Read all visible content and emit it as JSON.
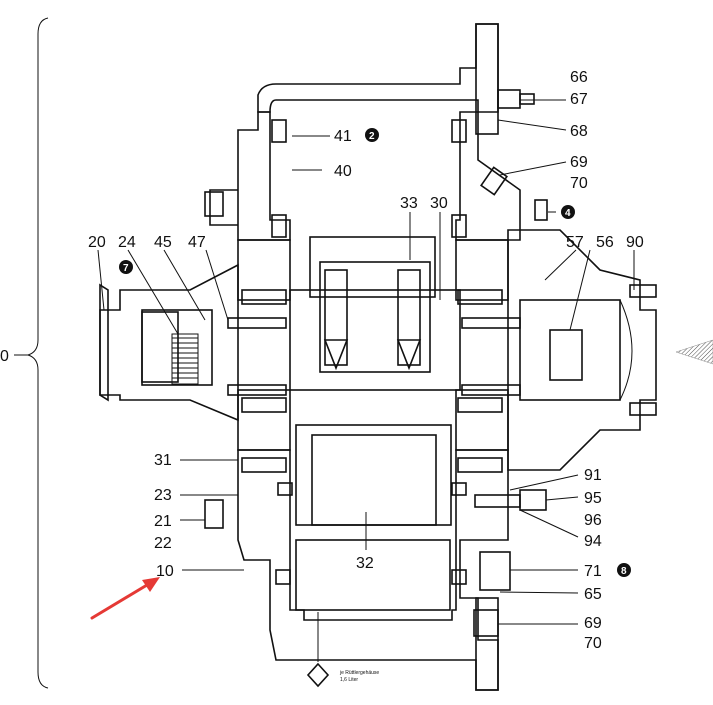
{
  "callouts": {
    "c0": "0",
    "c10": "10",
    "c20": "20",
    "c21": "21",
    "c22": "22",
    "c23": "23",
    "c24": "24",
    "c30": "30",
    "c31": "31",
    "c32": "32",
    "c33": "33",
    "c40": "40",
    "c41": "41",
    "c45": "45",
    "c47": "47",
    "c56": "56",
    "c57": "57",
    "c65": "65",
    "c66": "66",
    "c67": "67",
    "c68": "68",
    "c69a": "69",
    "c70a": "70",
    "c69b": "69",
    "c70b": "70",
    "c71": "71",
    "c90": "90",
    "c91": "91",
    "c94": "94",
    "c95": "95",
    "c96": "96"
  },
  "markers": {
    "m2": "2",
    "m4": "4",
    "m7": "7",
    "m8": "8"
  },
  "oil_note": {
    "line1": "je Rüttlergehäuse",
    "line2": "1,6 Liter"
  },
  "colors": {
    "line": "#111111",
    "hatch": "#222222",
    "arrow": "#e53935",
    "background": "#ffffff"
  }
}
